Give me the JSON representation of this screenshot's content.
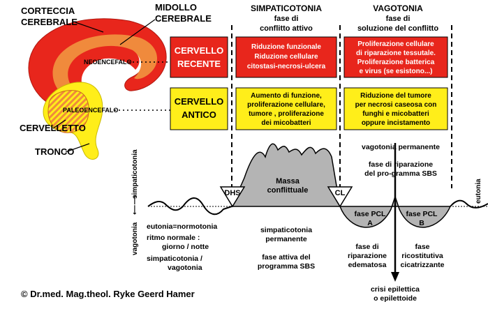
{
  "brain": {
    "corteccia_l1": "CORTECCIA",
    "corteccia_l2": "CEREBRALE",
    "midollo_l1": "MIDOLLO",
    "midollo_l2": "CEREBRALE",
    "neoencefalo": "NEOENCEFALO",
    "paleoencefalo": "PALEOENCEFALO",
    "cervelletto": "CERVELLETTO",
    "tronco": "TRONCO"
  },
  "headers": {
    "simpaticotonia_title": "SIMPATICOTONIA",
    "simpaticotonia_l1": "fase di",
    "simpaticotonia_l2": "conflitto attivo",
    "vagotonia_title": "VAGOTONIA",
    "vagotonia_l1": "fase di",
    "vagotonia_l2": "soluzione del conflitto"
  },
  "rows": {
    "recente_l1": "CERVELLO",
    "recente_l2": "RECENTE",
    "antico_l1": "CERVELLO",
    "antico_l2": "ANTICO"
  },
  "boxes": {
    "red_mid": [
      "Riduzione funzionale",
      "Riduzione cellulare",
      "citostasi-necrosi-ulcera"
    ],
    "red_right": [
      "Proliferazione cellulare",
      "di riparazione tessutale.",
      "Proliferazione batterica",
      "e virus (se esistono...)"
    ],
    "yellow_mid": [
      "Aumento di funzione,",
      "proliferazione cellulare,",
      "tumore , proliferazione",
      "dei micobatteri"
    ],
    "yellow_right": [
      "Riduzione del tumore",
      "per necrosi caseosa con",
      "funghi e micobatteri",
      "oppure incistamento"
    ]
  },
  "curve": {
    "y_axis_up": "simpaticotonia",
    "y_axis_down": "vagotonia",
    "eutonia_right": "eutonia",
    "dhs": "DHS",
    "cl": "CL",
    "massa_l1": "Massa",
    "massa_l2": "conflittuale",
    "vagotonia_permanente": "vagotonia   permanente",
    "fase_riparazione": [
      "fase di riparazione",
      "del pro-gramma SBS"
    ],
    "fase_pcl_a": [
      "fase PCL",
      "A"
    ],
    "fase_pcl_b": [
      "fase PCL",
      "B"
    ]
  },
  "bottom": {
    "left": [
      "eutonia=normotonia",
      "ritmo normale :",
      "giorno / notte",
      "simpaticotonia /",
      "vagotonia"
    ],
    "mid": [
      "simpaticotonia",
      "permanente",
      "fase attiva del",
      "programma SBS"
    ],
    "right_a": [
      "fase di",
      "riparazione",
      "edematosa"
    ],
    "right_b": [
      "fase",
      "ricostitutiva",
      "cicatrizzante"
    ],
    "crisi": [
      "crisi epilettica",
      "o epilettoide"
    ]
  },
  "copyright": "© Dr.med. Mag.theol. Ryke Geerd Hamer",
  "colors": {
    "red": "#e8261c",
    "orange": "#f08a3c",
    "yellow": "#ffee1a",
    "gray": "#b4b4b4"
  }
}
